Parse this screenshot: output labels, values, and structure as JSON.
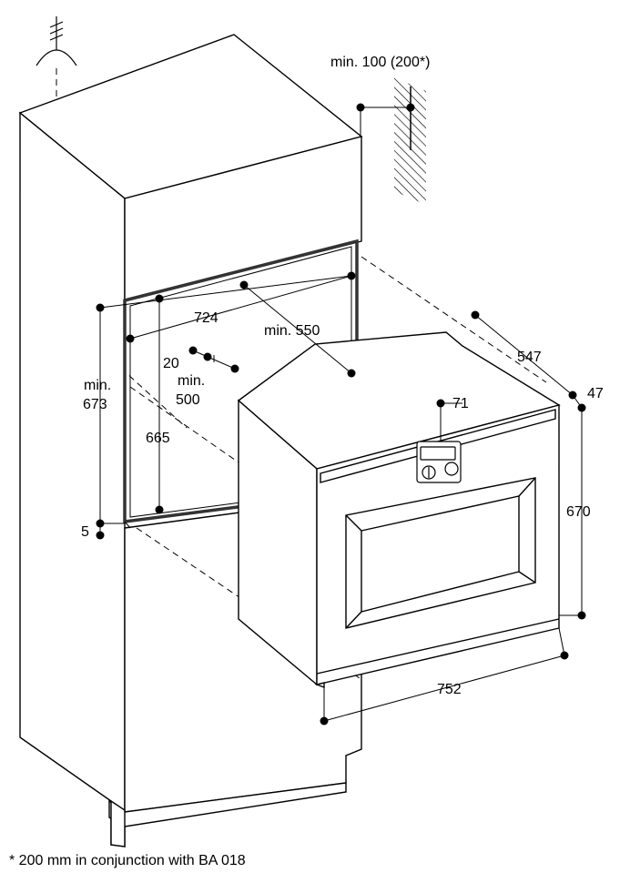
{
  "drawing": {
    "labels": {
      "wall_clearance": "min. 100 (200*)",
      "depth_547": "547",
      "depth_47": "47",
      "width_724": "724",
      "depth_min_550": "min. 550",
      "gap_20": "20",
      "depth_min_500_a": "min.",
      "depth_min_500_b": "500",
      "height_min_673_a": "min.",
      "height_min_673_b": "673",
      "height_665": "665",
      "height_5": "5",
      "panel_71": "71",
      "height_670": "670",
      "width_752": "752"
    },
    "footnote": "* 200 mm in conjunction with BA 018"
  }
}
